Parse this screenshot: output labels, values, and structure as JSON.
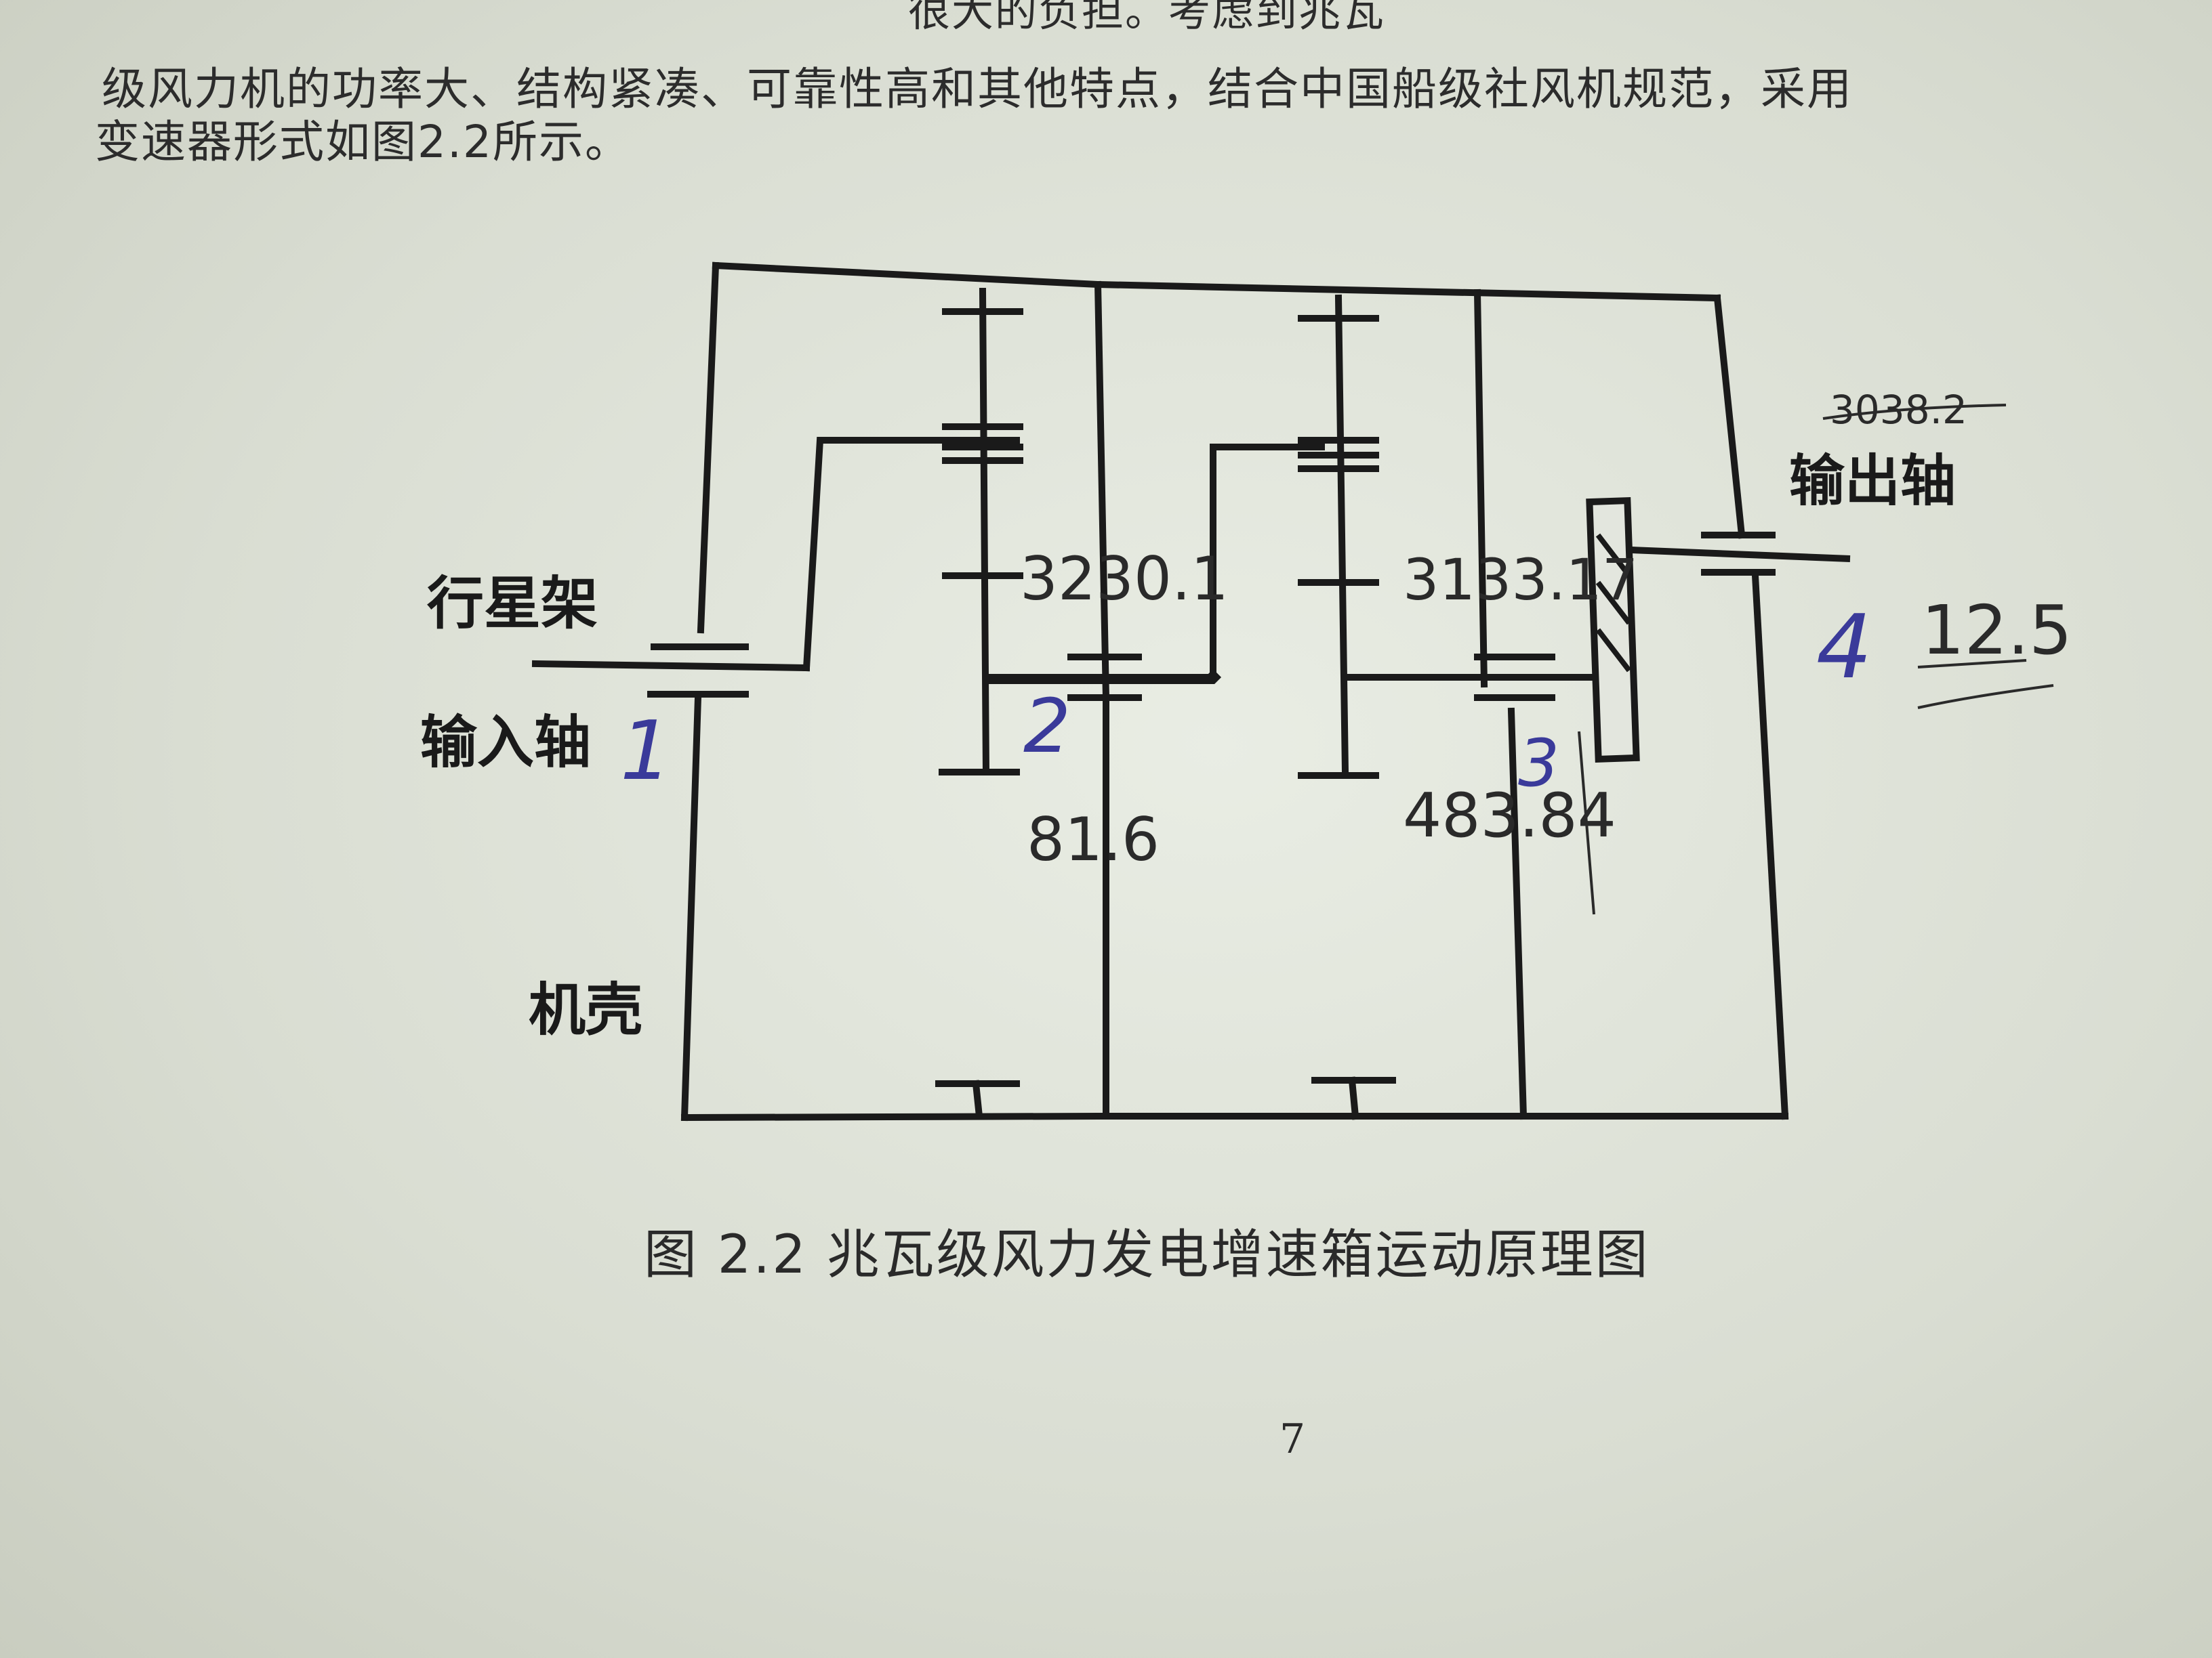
{
  "body_text": {
    "line1": "级风力机的功率大、结构紧凑、可靠性高和其他特点，结合中国船级社风机规范，采用",
    "line1_fragment": "很大的负担。考虑到兆瓦",
    "line2": "级风力机的功率大、结构紧凑、可靠性高和其他特点，结合中国船级社风机规范，采用",
    "line3": "变速器形式如图2.2所示。"
  },
  "diagram": {
    "labels": {
      "planet_carrier": "行星架",
      "input_shaft": "输入轴",
      "housing": "机壳",
      "output_shaft": "输出轴"
    },
    "handwritten": {
      "stage1": "1",
      "stage2": "2",
      "stage3": "3",
      "stage4": "4",
      "value_top_left": "3230.1",
      "value_bottom_left": "81.6",
      "value_top_right": "3133.17",
      "value_bottom_right": "483.84",
      "value_output_crossed": "3038.2",
      "value_output": "12.5"
    },
    "colors": {
      "ink": "#1a1a1a",
      "pencil": "#2a2a2a",
      "blue_ink": "#3a3a9a"
    }
  },
  "caption": "图 2.2  兆瓦级风力发电增速箱运动原理图",
  "page_number": "7"
}
